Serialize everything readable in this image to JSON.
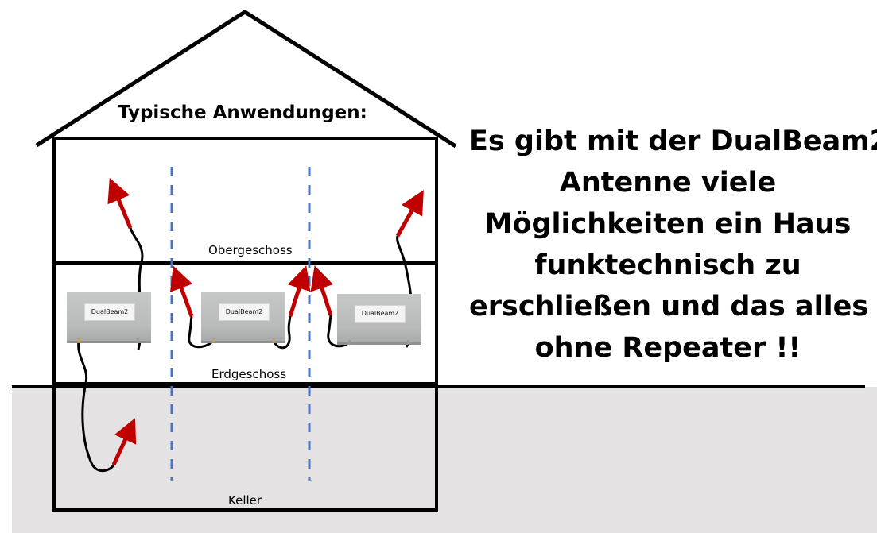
{
  "diagram": {
    "title": "Typische Anwendungen:",
    "floors": {
      "upper": "Obergeschoss",
      "ground": "Erdgeschoss",
      "cellar": "Keller"
    },
    "device_label": "DualBeam2",
    "devices": [
      {
        "label": "DualBeam2"
      },
      {
        "label": "DualBeam2"
      },
      {
        "label": "DualBeam2"
      }
    ],
    "headline_lines": [
      "Es gibt mit der DualBeam2-",
      "Antenne viele",
      "Möglichkeiten ein Haus",
      "funktechnisch zu",
      "erschließen und das alles",
      "ohne Repeater !!"
    ],
    "colors": {
      "ground_fill": "#e4e2e3",
      "wall": "#000000",
      "divider_dash": "#4a74c0",
      "signal_arrow": "#c00000",
      "cable": "#000000"
    },
    "icons": {
      "signal": "red-arrow-icon",
      "device": "antenna-device-icon"
    }
  }
}
